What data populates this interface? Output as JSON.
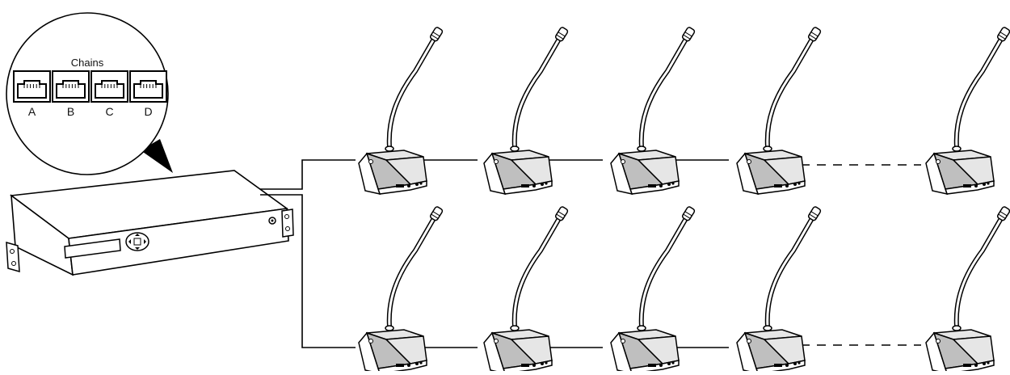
{
  "callout": {
    "title": "Chains",
    "ports": [
      {
        "id": "port-a",
        "label": "A"
      },
      {
        "id": "port-b",
        "label": "B"
      },
      {
        "id": "port-c",
        "label": "C"
      },
      {
        "id": "port-d",
        "label": "D"
      }
    ]
  },
  "rows": [
    {
      "name": "chain-row-top",
      "units_before_gap": 4,
      "units_after_gap": 1
    },
    {
      "name": "chain-row-bottom",
      "units_before_gap": 4,
      "units_after_gap": 1
    }
  ],
  "colors": {
    "line": "#000000",
    "unit_top": "#bfbfbf",
    "unit_side": "#e6e6e6",
    "background": "#ffffff"
  }
}
